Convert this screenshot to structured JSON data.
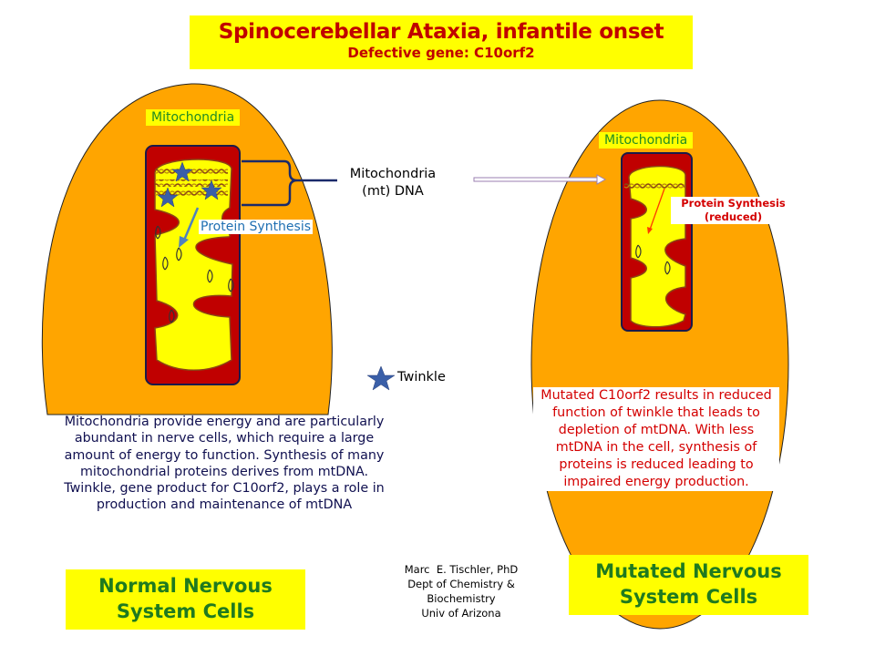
{
  "header": {
    "title": "Spinocerebellar Ataxia, infantile onset",
    "subtitle": "Defective gene: C10orf2"
  },
  "colors": {
    "cell_orange": "#ffa500",
    "mito_red": "#c00000",
    "matrix_yellow": "#ffff00",
    "twinkle_star": "#3a5fa8",
    "highlight_yellow": "#ffff00",
    "normal_text": "#101050",
    "mutated_text": "#d40000"
  },
  "normal_cell": {
    "mitochondria_label": "Mitochondria",
    "protein_synthesis_label": "Protein Synthesis",
    "description": "Mitochondria provide energy and are particularly abundant in nerve cells, which require a large amount of energy to function. Synthesis of many mitochondrial proteins derives from mtDNA. Twinkle, gene product for C10orf2, plays a role in production and maintenance of mtDNA",
    "caption_line1": "Normal Nervous",
    "caption_line2": "System Cells"
  },
  "mutated_cell": {
    "mitochondria_label": "Mitochondria",
    "protein_synthesis_label_line1": "Protein Synthesis",
    "protein_synthesis_label_line2": "(reduced)",
    "description": "Mutated C10orf2 results in reduced function of twinkle that leads to depletion of mtDNA. With less mtDNA in the cell, synthesis of proteins is reduced leading to impaired energy production.",
    "caption_line1": "Mutated Nervous",
    "caption_line2": "System Cells"
  },
  "legend": {
    "mtdna_line1": "Mitochondria",
    "mtdna_line2": "(mt) DNA",
    "twinkle_label": "Twinkle",
    "twinkle_icon": "star-icon"
  },
  "credit": {
    "line1": "Marc  E. Tischler, PhD",
    "line2": "Dept of Chemistry &",
    "line3": "Biochemistry",
    "line4": "Univ of Arizona"
  }
}
